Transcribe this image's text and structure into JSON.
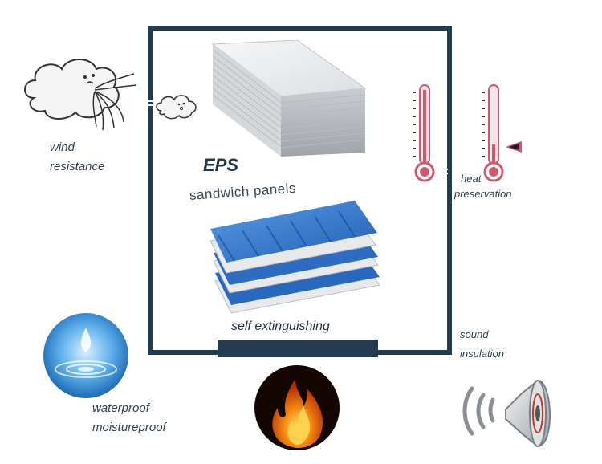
{
  "center": {
    "title": "EPS",
    "subtitle": "sandwich  panels",
    "bottom_label": "self extinguishing"
  },
  "features": {
    "wind": {
      "line1": "wind",
      "line2": "resistance",
      "icon": "wind-cloud-icon"
    },
    "heat": {
      "line1": "heat",
      "line2": "preservation",
      "icon": "thermometer-icon"
    },
    "water": {
      "line1": "waterproof",
      "line2": "moistureproof",
      "icon": "water-drop-icon"
    },
    "sound": {
      "line1": "sound",
      "line2": "insulation",
      "icon": "speaker-icon"
    },
    "fire": {
      "icon": "fire-icon"
    }
  },
  "colors": {
    "frame": "#243a4e",
    "panel_blue": "#2f6fc4",
    "thermometer": "#d0586c",
    "fire": "#f07a10",
    "water": "#3a8fd8"
  }
}
